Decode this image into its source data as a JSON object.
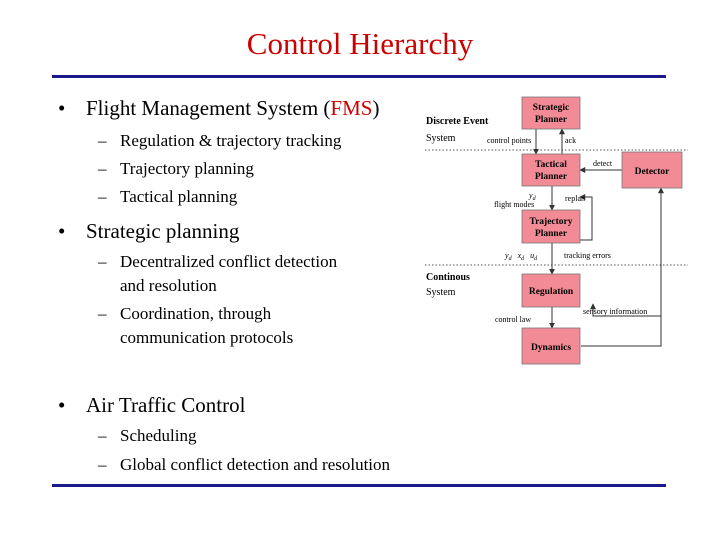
{
  "title": "Control Hierarchy",
  "bullets": {
    "fms": {
      "text": "Flight Management System (",
      "abbr": "FMS",
      "close": ")"
    },
    "fms_items": [
      "Regulation & trajectory tracking",
      "Trajectory planning",
      "Tactical planning"
    ],
    "strategic": "Strategic planning",
    "strategic_items": [
      {
        "line1": "Decentralized conflict detection",
        "line2": "and resolution"
      },
      {
        "line1": "Coordination, through",
        "line2": "communication protocols"
      }
    ],
    "atc": "Air Traffic Control",
    "atc_items": [
      "Scheduling",
      "Global conflict detection and resolution"
    ]
  },
  "diagram": {
    "regions": {
      "discrete": [
        "Discrete Event",
        "System"
      ],
      "continuous": [
        "Continous",
        "System"
      ]
    },
    "blocks": {
      "strategic": [
        "Strategic",
        "Planner"
      ],
      "tactical": [
        "Tactical",
        "Planner"
      ],
      "detector": [
        "Detector"
      ],
      "trajectory": [
        "Trajectory",
        "Planner"
      ],
      "regulation": [
        "Regulation"
      ],
      "dynamics": [
        "Dynamics"
      ]
    },
    "signals": {
      "control_points": "control points",
      "ack": "ack",
      "detect": "detect",
      "yd": "y",
      "yd_sub": "d",
      "flight_modes": "flight modes",
      "replan": "replan",
      "traj_outputs": "y",
      "traj_outputs_rest": "x",
      "traj_outputs_u": "u",
      "tracking_errors": "tracking errors",
      "control_law": "control law",
      "sensory_information": "sensory information"
    }
  },
  "colors": {
    "title": "#cc0000",
    "rule": "#1a1a8c",
    "block": "#f28b95"
  }
}
